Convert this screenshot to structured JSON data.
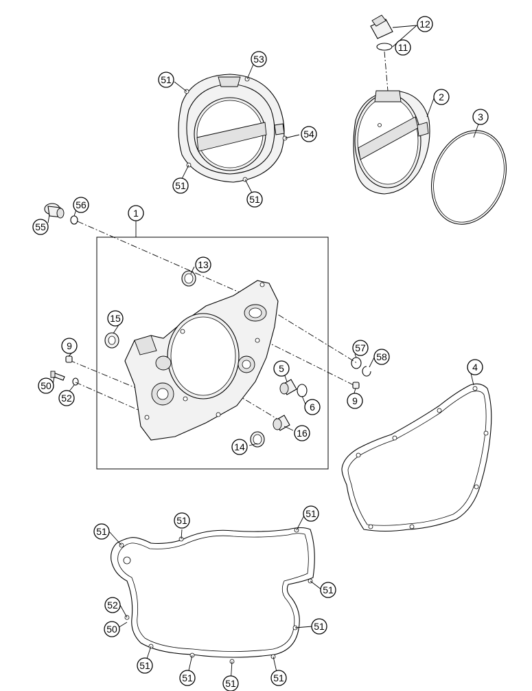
{
  "callouts": {
    "c1": "1",
    "c2": "2",
    "c3": "3",
    "c4": "4",
    "c5": "5",
    "c6": "6",
    "c9a": "9",
    "c9b": "9",
    "c11": "11",
    "c12": "12",
    "c13": "13",
    "c14": "14",
    "c15": "15",
    "c16": "16",
    "c50a": "50",
    "c50b": "50",
    "c51a": "51",
    "c51b": "51",
    "c51c": "51",
    "c51d": "51",
    "c51e": "51",
    "c51f": "51",
    "c51g": "51",
    "c51h": "51",
    "c51i": "51",
    "c51j": "51",
    "c51k": "51",
    "c51l": "51",
    "c52a": "52",
    "c52b": "52",
    "c53": "53",
    "c54": "54",
    "c55": "55",
    "c56": "56",
    "c57": "57",
    "c58": "58"
  }
}
